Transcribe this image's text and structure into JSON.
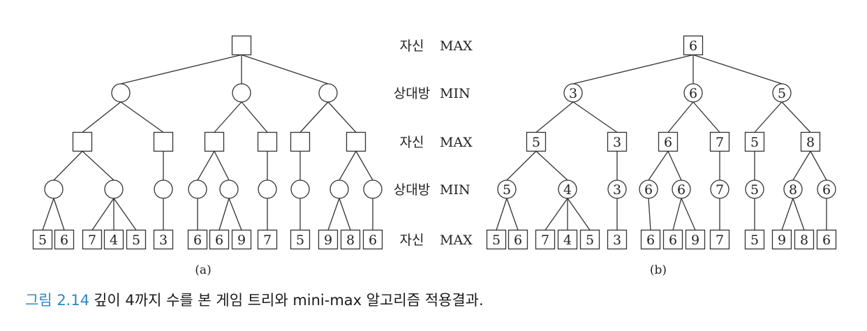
{
  "level_labels": [
    {
      "role": "자신",
      "type": "MAX"
    },
    {
      "role": "상대방",
      "type": "MIN"
    },
    {
      "role": "자신",
      "type": "MAX"
    },
    {
      "role": "상대방",
      "type": "MIN"
    },
    {
      "role": "자신",
      "type": "MAX"
    }
  ],
  "tree_a": {
    "label": "(a)",
    "leaves": [
      "5",
      "6",
      "7",
      "4",
      "5",
      "3",
      "6",
      "6",
      "9",
      "7",
      "5",
      "9",
      "8",
      "6"
    ]
  },
  "tree_b": {
    "label": "(b)",
    "root": "6",
    "level1": [
      "3",
      "6",
      "5"
    ],
    "level2": [
      "5",
      "3",
      "6",
      "7",
      "5",
      "8"
    ],
    "level3": [
      "5",
      "4",
      "3",
      "6",
      "6",
      "7",
      "5",
      "8",
      "6"
    ],
    "leaves": [
      "5",
      "6",
      "7",
      "4",
      "5",
      "3",
      "6",
      "6",
      "9",
      "7",
      "5",
      "9",
      "8",
      "6"
    ]
  },
  "caption": {
    "figure": "그림 2.14",
    "text": "깊이 4까지 수를 본 게임 트리와 mini-max 알고리즘 적용결과."
  },
  "colors": {
    "caption_figure": "#2d86c4",
    "lines": "#333333"
  }
}
